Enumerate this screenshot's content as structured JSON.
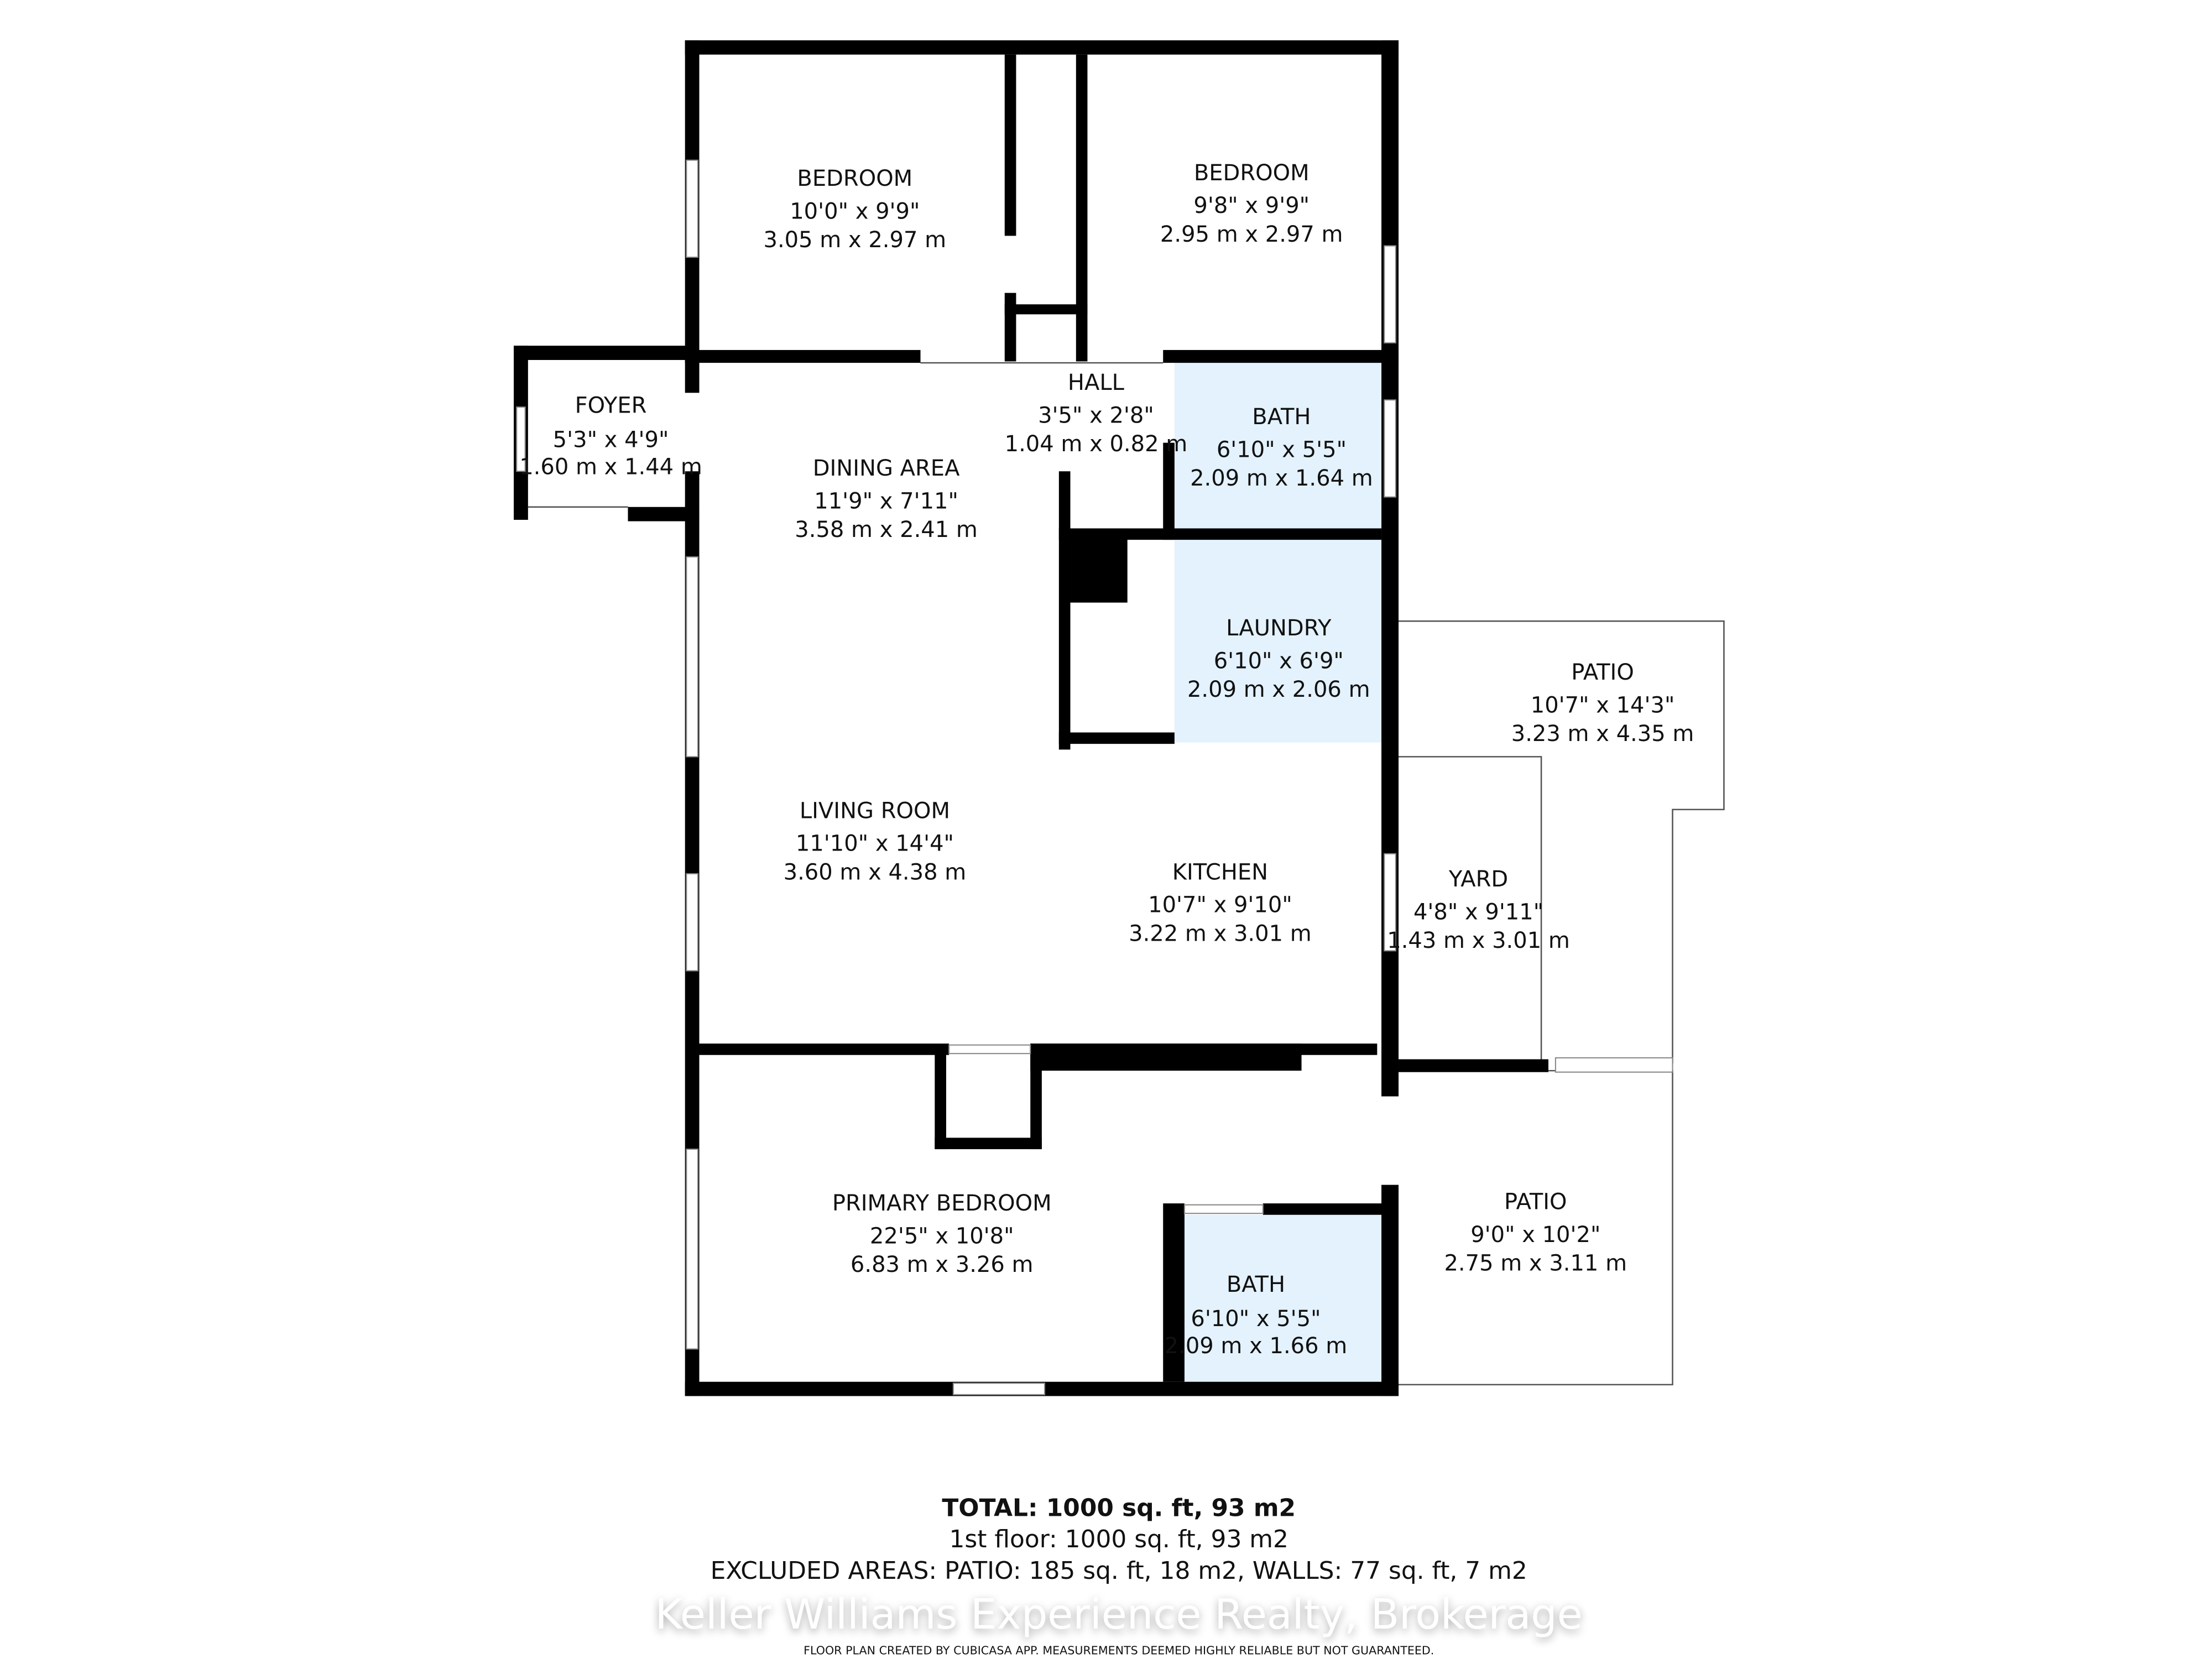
{
  "rooms": [
    {
      "name": "BEDROOM",
      "imperial": "10'0\" x 9'9\"",
      "metric": "3.05 m x 2.97 m"
    },
    {
      "name": "BEDROOM",
      "imperial": "9'8\" x 9'9\"",
      "metric": "2.95 m x 2.97 m"
    },
    {
      "name": "FOYER",
      "imperial": "5'3\" x 4'9\"",
      "metric": "1.60 m x 1.44 m"
    },
    {
      "name": "HALL",
      "imperial": "3'5\" x 2'8\"",
      "metric": "1.04 m x 0.82 m"
    },
    {
      "name": "BATH",
      "imperial": "6'10\" x 5'5\"",
      "metric": "2.09 m x 1.64 m"
    },
    {
      "name": "DINING AREA",
      "imperial": "11'9\" x 7'11\"",
      "metric": "3.58 m x 2.41 m"
    },
    {
      "name": "LAUNDRY",
      "imperial": "6'10\" x 6'9\"",
      "metric": "2.09 m x 2.06 m"
    },
    {
      "name": "PATIO",
      "imperial": "10'7\" x 14'3\"",
      "metric": "3.23 m x 4.35 m"
    },
    {
      "name": "LIVING ROOM",
      "imperial": "11'10\" x 14'4\"",
      "metric": "3.60 m x 4.38 m"
    },
    {
      "name": "KITCHEN",
      "imperial": "10'7\" x 9'10\"",
      "metric": "3.22 m x 3.01 m"
    },
    {
      "name": "YARD",
      "imperial": "4'8\" x 9'11\"",
      "metric": "1.43 m x 3.01 m"
    },
    {
      "name": "PRIMARY BEDROOM",
      "imperial": "22'5\" x 10'8\"",
      "metric": "6.83 m x 3.26 m"
    },
    {
      "name": "BATH",
      "imperial": "6'10\" x 5'5\"",
      "metric": "2.09 m x 1.66 m"
    },
    {
      "name": "PATIO",
      "imperial": "9'0\" x 10'2\"",
      "metric": "2.75 m x 3.11 m"
    }
  ],
  "summary": {
    "total": "TOTAL: 1000 sq. ft, 93 m2",
    "floor": "1st floor: 1000 sq. ft, 93 m2",
    "excluded": "EXCLUDED AREAS: PATIO: 185 sq. ft, 18 m2, WALLS: 77 sq. ft, 7 m2"
  },
  "watermark": "Keller Williams Experience Realty, Brokerage",
  "disclaimer": "FLOOR PLAN CREATED BY CUBICASA APP. MEASUREMENTS DEEMED HIGHLY RELIABLE BUT NOT GUARANTEED.",
  "colors": {
    "wet_room": "#e3f2fd",
    "wall": "#000000"
  }
}
